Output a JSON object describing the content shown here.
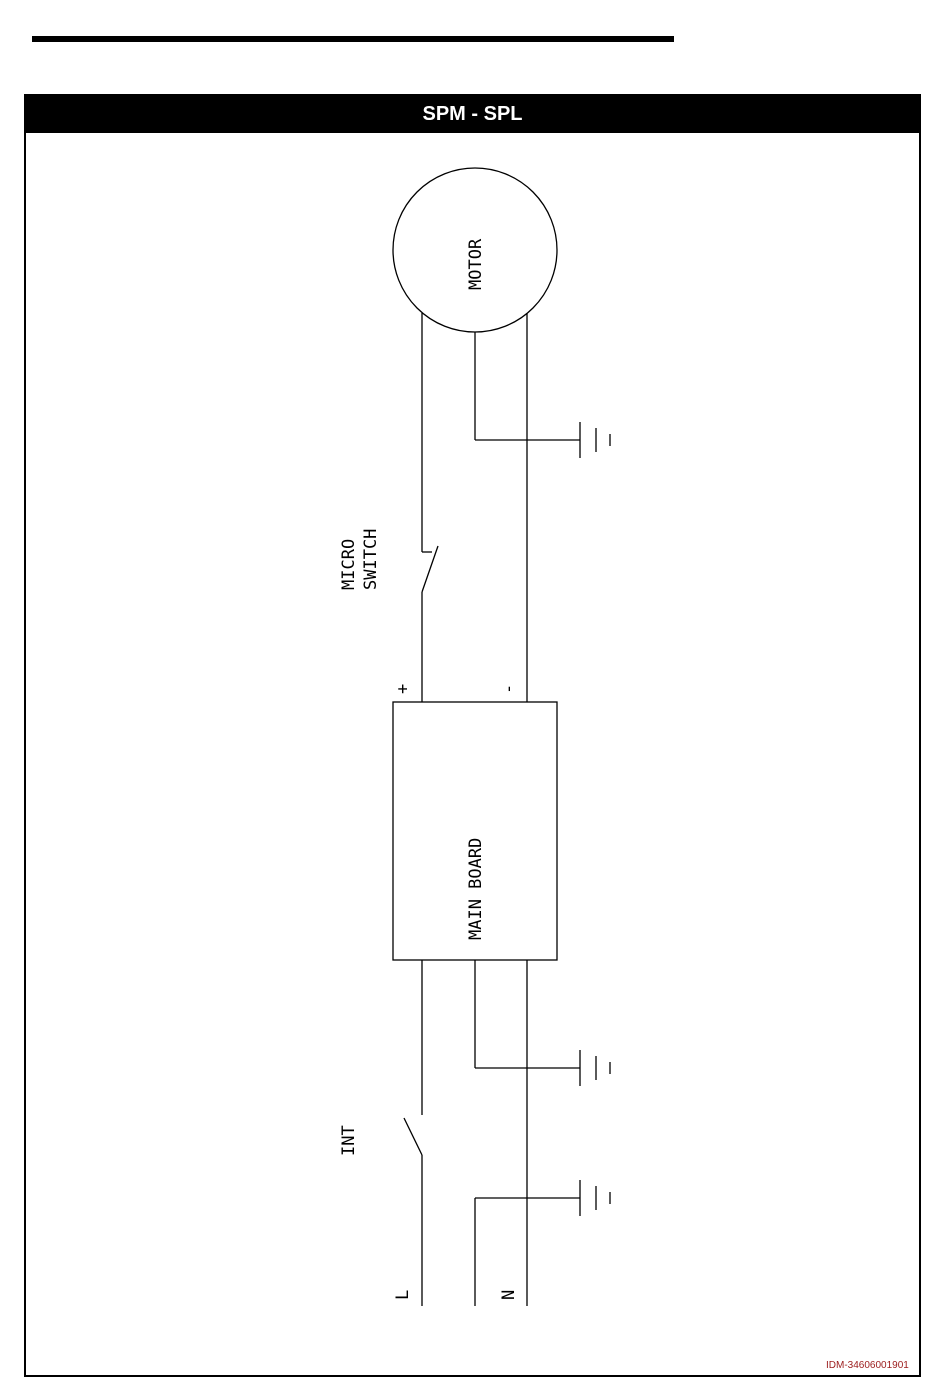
{
  "header": {
    "title": "SPM - SPL"
  },
  "diagram": {
    "motor_label": "MOTOR",
    "micro_switch_label_1": "MICRO",
    "micro_switch_label_2": "SWITCH",
    "plus_label": "+",
    "minus_label": "-",
    "main_board_label": "MAIN BOARD",
    "int_label": "INT",
    "line_label": "L",
    "neutral_label": "N"
  },
  "footer": {
    "document_id": "IDM-34606001901"
  }
}
